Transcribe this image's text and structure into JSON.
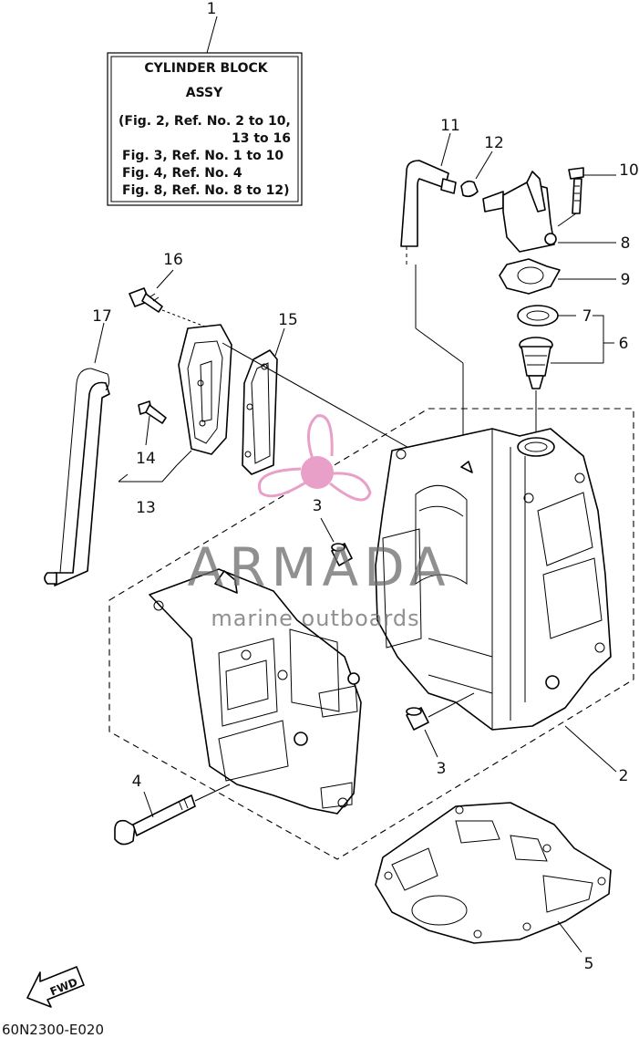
{
  "callout_box": {
    "ref": "1",
    "title_line1": "CYLINDER BLOCK",
    "title_line2": "ASSY",
    "lines": [
      "(Fig. 2, Ref. No. 2 to 10,",
      "13 to 16",
      "Fig. 3, Ref. No. 1 to 10",
      "Fig. 4, Ref. No. 4",
      "Fig. 8, Ref. No. 8 to 12)"
    ]
  },
  "part_labels": {
    "p2": "2",
    "p3a": "3",
    "p3b": "3",
    "p4": "4",
    "p5": "5",
    "p6": "6",
    "p7": "7",
    "p8": "8",
    "p9": "9",
    "p10": "10",
    "p11": "11",
    "p12": "12",
    "p13": "13",
    "p14": "14",
    "p15": "15",
    "p16": "16",
    "p17": "17"
  },
  "fwd_label": "FWD",
  "diagram_code": "60N2300-E020",
  "watermark": {
    "brand": "ARMADA",
    "tagline": "marine outboards",
    "logo_color": "#e8a0c8",
    "text_color": "#6b6b6b"
  }
}
